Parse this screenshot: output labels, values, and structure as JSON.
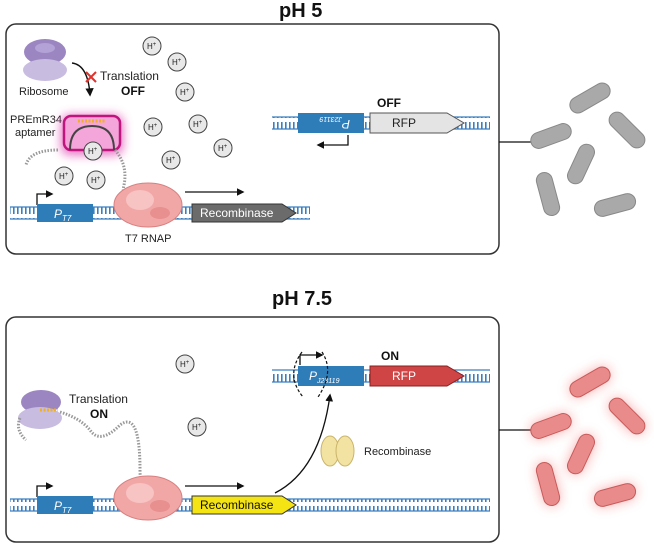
{
  "top": {
    "title": "pH 5",
    "ribosome_label": "Ribosome",
    "translation_label": "Translation",
    "translation_state": "OFF",
    "aptamer_label_1": "PREmR34",
    "aptamer_label_2": "aptamer",
    "promoter_t7": "P",
    "promoter_t7_sub": "T7",
    "rnap_label": "T7 RNAP",
    "recombinase_gene": "Recombinase",
    "reporter_state": "OFF",
    "promoter_j": "P",
    "promoter_j_sub": "J23119",
    "rfp_gene": "RFP"
  },
  "bottom": {
    "title": "pH 7.5",
    "translation_label": "Translation",
    "translation_state": "ON",
    "promoter_t7": "P",
    "promoter_t7_sub": "T7",
    "recombinase_gene": "Recombinase",
    "recombinase_protein_label": "Recombinase",
    "reporter_state": "ON",
    "promoter_j": "P",
    "promoter_j_sub": "J23119",
    "rfp_gene": "RFP"
  },
  "hydrogen_ion": "H",
  "hydrogen_sup": "+",
  "colors": {
    "dna_blue": "#3a7fc1",
    "promoter_blue": "#2f7db8",
    "recombinase_gray": "#6b6b6b",
    "recombinase_yellow": "#f5e414",
    "rfp_gray": "#e4e4e4",
    "rfp_red": "#cf4444",
    "aptamer_magenta": "#d0198a",
    "ribosome_purple": "#9b86c2",
    "rnap_pink": "#f2a7a7",
    "bacteria_gray": "#a9a9a9",
    "bacteria_red": "#e98b8b"
  },
  "icons": [
    "ribosome-icon",
    "rnap-icon",
    "recombinase-protein-icon",
    "bacterium-icon",
    "hydrogen-ion-icon",
    "block-x-icon"
  ]
}
